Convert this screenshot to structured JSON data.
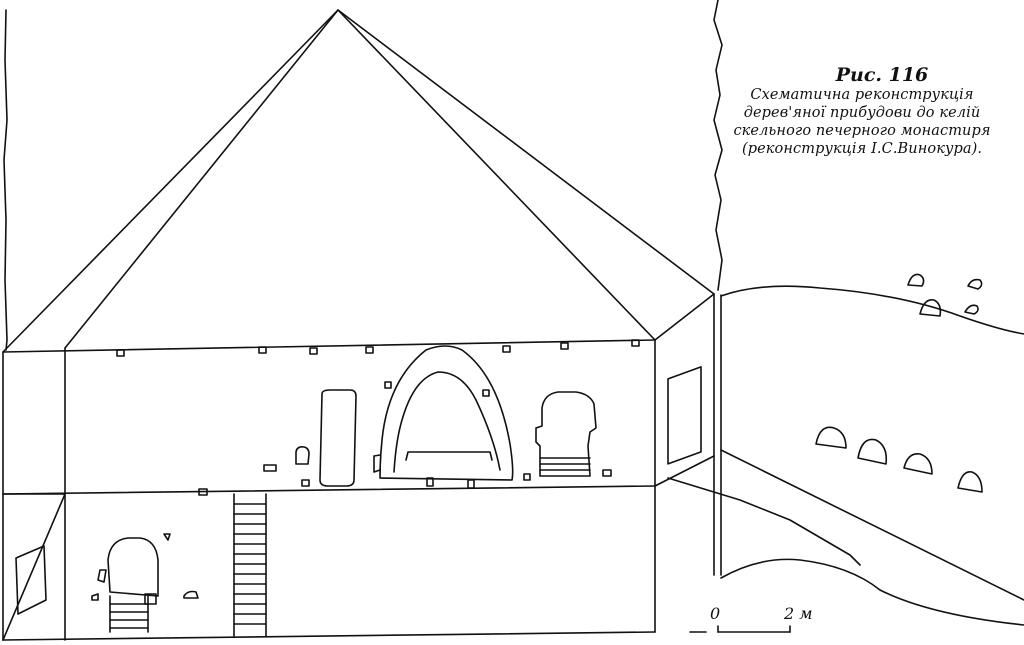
{
  "figure": {
    "title": "Рис. 116",
    "caption_lines": [
      "Схематична реконструкція",
      "дерев'яної прибудови до келій",
      "скельного печерного монастиря",
      "(реконструкція І.С.Винокура)."
    ]
  },
  "scale_bar": {
    "start_label": "0",
    "end_label": "2 м"
  },
  "colors": {
    "ink": "#111111",
    "paper": "#ffffff"
  }
}
